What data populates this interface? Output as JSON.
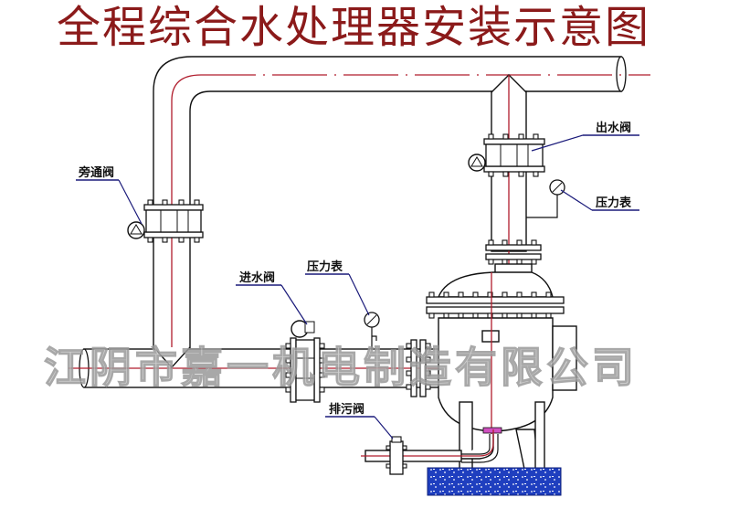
{
  "title": "全程综合水处理器安装示意图",
  "labels": {
    "bypass_valve": "旁通阀",
    "outlet_valve": "出水阀",
    "pressure_gauge_outlet": "压力表",
    "inlet_valve": "进水阀",
    "pressure_gauge_inlet": "压力表",
    "drain_valve": "排污阀"
  },
  "watermark": "江阴市嘉一机电制造有限公司",
  "colors": {
    "title": "#8b1a1a",
    "centerline": "#b01c2c",
    "leader": "#1a1a7a",
    "foundation": "#1f3fbf",
    "drain_flange": "#d050c0"
  }
}
